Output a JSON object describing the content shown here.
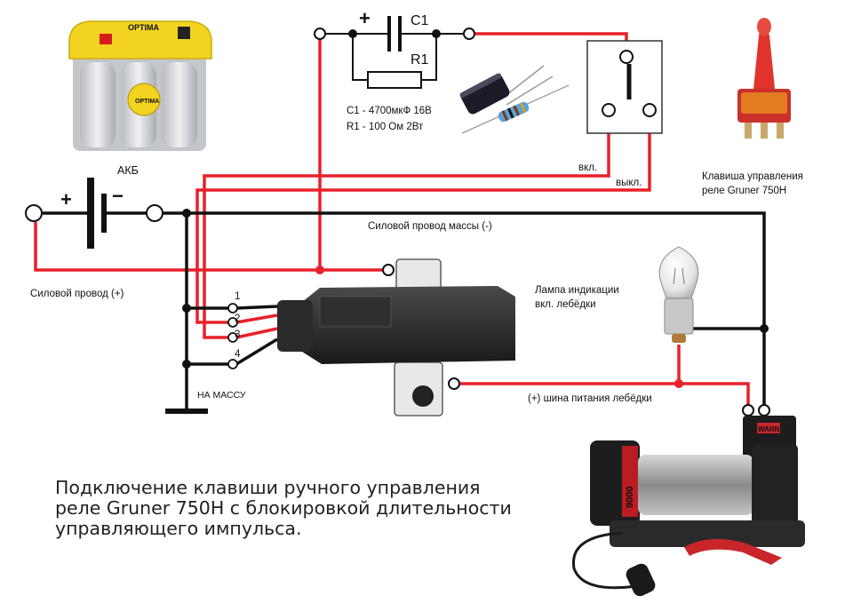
{
  "labels": {
    "battery": "АКБ",
    "plus": "+",
    "minus": "−",
    "capacitor": "C1",
    "resistor": "R1",
    "c1_spec": "C1 - 4700мкФ 16В",
    "r1_spec": "R1 - 100 Ом 2Вт",
    "on": "вкл.",
    "off": "выкл.",
    "ground_wire": "Силовой провод массы (-)",
    "positive_wire": "Силовой провод (+)",
    "switch_label_1": "Клавиша управления",
    "switch_label_2": "реле Gruner 750H",
    "lamp_label_1": "Лампа индикации",
    "lamp_label_2": "вкл. лебёдки",
    "winch_bus": "(+) шина питания лебёдки",
    "to_ground": "НА МАССУ",
    "pin1": "1",
    "pin2": "2",
    "pin3": "3",
    "pin4": "4",
    "battery_brand": "OPTIMA",
    "winch_brand": "WARN",
    "winch_model": "9000"
  },
  "caption": {
    "line1": "Подключение клавиши ручного управления",
    "line2": "реле Gruner 750H с блокировкой длительности",
    "line3": "управляющего импульса."
  },
  "colors": {
    "positive_wire": "#e8212a",
    "ground_wire": "#111111",
    "battery_top": "#f2d320",
    "toggle_red": "#e0332b"
  }
}
